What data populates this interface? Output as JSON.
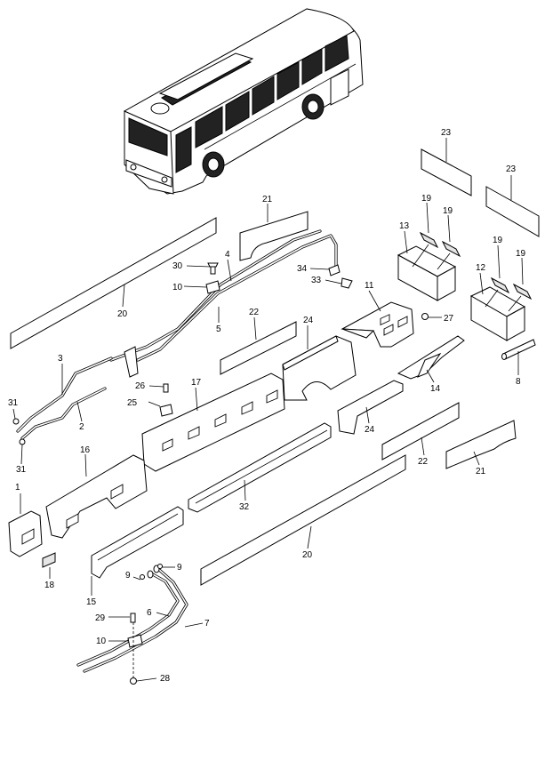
{
  "labels": {
    "p1": "1",
    "p2": "2",
    "p3": "3",
    "p4": "4",
    "p5": "5",
    "p6": "6",
    "p7": "7",
    "p8": "8",
    "p9a": "9",
    "p9b": "9",
    "p10a": "10",
    "p10b": "10",
    "p11": "11",
    "p12": "12",
    "p13": "13",
    "p14": "14",
    "p15": "15",
    "p16": "16",
    "p17": "17",
    "p18": "18",
    "p19a": "19",
    "p19b": "19",
    "p19c": "19",
    "p19d": "19",
    "p20a": "20",
    "p20b": "20",
    "p21a": "21",
    "p21b": "21",
    "p22a": "22",
    "p22b": "22",
    "p23a": "23",
    "p23b": "23",
    "p24a": "24",
    "p24b": "24",
    "p25": "25",
    "p26": "26",
    "p27": "27",
    "p28": "28",
    "p29": "29",
    "p30": "30",
    "p31a": "31",
    "p31b": "31",
    "p32": "32",
    "p33": "33",
    "p34": "34"
  },
  "colors": {
    "line": "#000000",
    "background": "#ffffff",
    "shade": "#e6e6e6"
  }
}
